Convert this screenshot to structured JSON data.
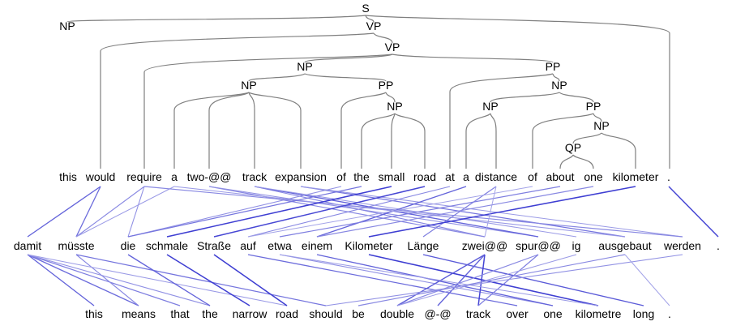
{
  "parse_tree": {
    "labels": {
      "s": "S",
      "np_subj": "NP",
      "vp1": "VP",
      "vp2": "VP",
      "np_obj": "NP",
      "pp_loc": "PP",
      "np_head": "NP",
      "pp_of": "PP",
      "np_road": "NP",
      "np_dist": "NP",
      "np_a_dist": "NP",
      "pp_of2": "PP",
      "np_km": "NP",
      "qp": "QP"
    }
  },
  "english_tokens": [
    "this",
    "would",
    "require",
    "a",
    "two-@@",
    "track",
    "expansion",
    "of",
    "the",
    "small",
    "road",
    "at",
    "a",
    "distance",
    "of",
    "about",
    "one",
    "kilometer",
    "."
  ],
  "german_tokens": [
    "damit",
    "müsste",
    "die",
    "schmale",
    "Straße",
    "auf",
    "etwa",
    "einem",
    "Kilometer",
    "Länge",
    "zwei@@",
    "spur@@",
    "ig",
    "ausgebaut",
    "werden",
    "."
  ],
  "reference_tokens": [
    "this",
    "means",
    "that",
    "the",
    "narrow",
    "road",
    "should",
    "be",
    "double",
    "@-@",
    "track",
    "over",
    "one",
    "kilometre",
    "long",
    "."
  ],
  "colors": {
    "tree_edge": "#7f7f7f",
    "alignment_strong": "#1010c8",
    "alignment_weak": "#c8c8f0"
  }
}
